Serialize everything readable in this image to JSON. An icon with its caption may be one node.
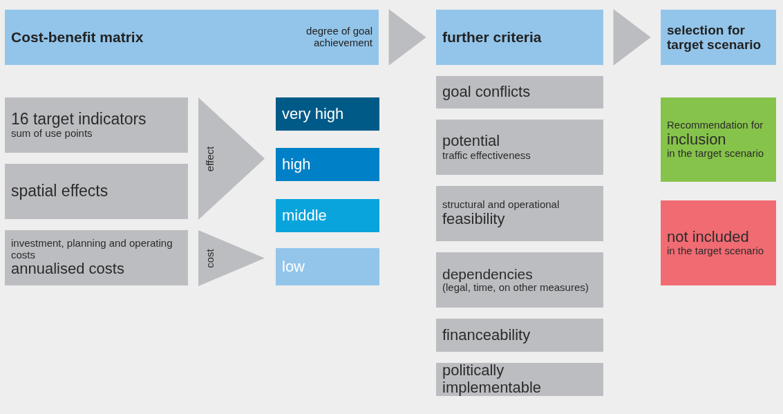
{
  "diagram": {
    "nodes": [
      {
        "text": [
          "Cost-benefit matrix",
          "degree of goal achievement"
        ]
      },
      {
        "text": [
          "further criteria"
        ]
      },
      {
        "text": [
          "selection for target scenario"
        ]
      },
      {
        "text": [
          "16 target indicators",
          "sum of use points"
        ]
      },
      {
        "text": [
          "spatial effects"
        ]
      },
      {
        "text": [
          "investment, planning and operating costs",
          "annualised costs"
        ]
      },
      {
        "text": [
          "effect"
        ]
      },
      {
        "text": [
          "cost"
        ]
      },
      {
        "text": [
          "very high"
        ]
      },
      {
        "text": [
          "high"
        ]
      },
      {
        "text": [
          "middle"
        ]
      },
      {
        "text": [
          "low"
        ]
      },
      {
        "text": [
          "goal conflicts"
        ]
      },
      {
        "text": [
          "potential",
          "traffic effectiveness"
        ]
      },
      {
        "text": [
          "structural and operational",
          "feasibility"
        ]
      },
      {
        "text": [
          "dependencies",
          "(legal, time, on other measures)"
        ]
      },
      {
        "text": [
          "financeability"
        ]
      },
      {
        "text": [
          "politically implementable"
        ]
      },
      {
        "text": [
          "Recommendation for",
          "inclusion",
          "in the target scenario"
        ]
      },
      {
        "text": [
          "not included",
          "in the target scenario"
        ]
      }
    ],
    "edges": [
      {
        "from": 0,
        "to": 1,
        "arrow": "to"
      },
      {
        "from": 1,
        "to": 2,
        "arrow": "to"
      }
    ]
  }
}
